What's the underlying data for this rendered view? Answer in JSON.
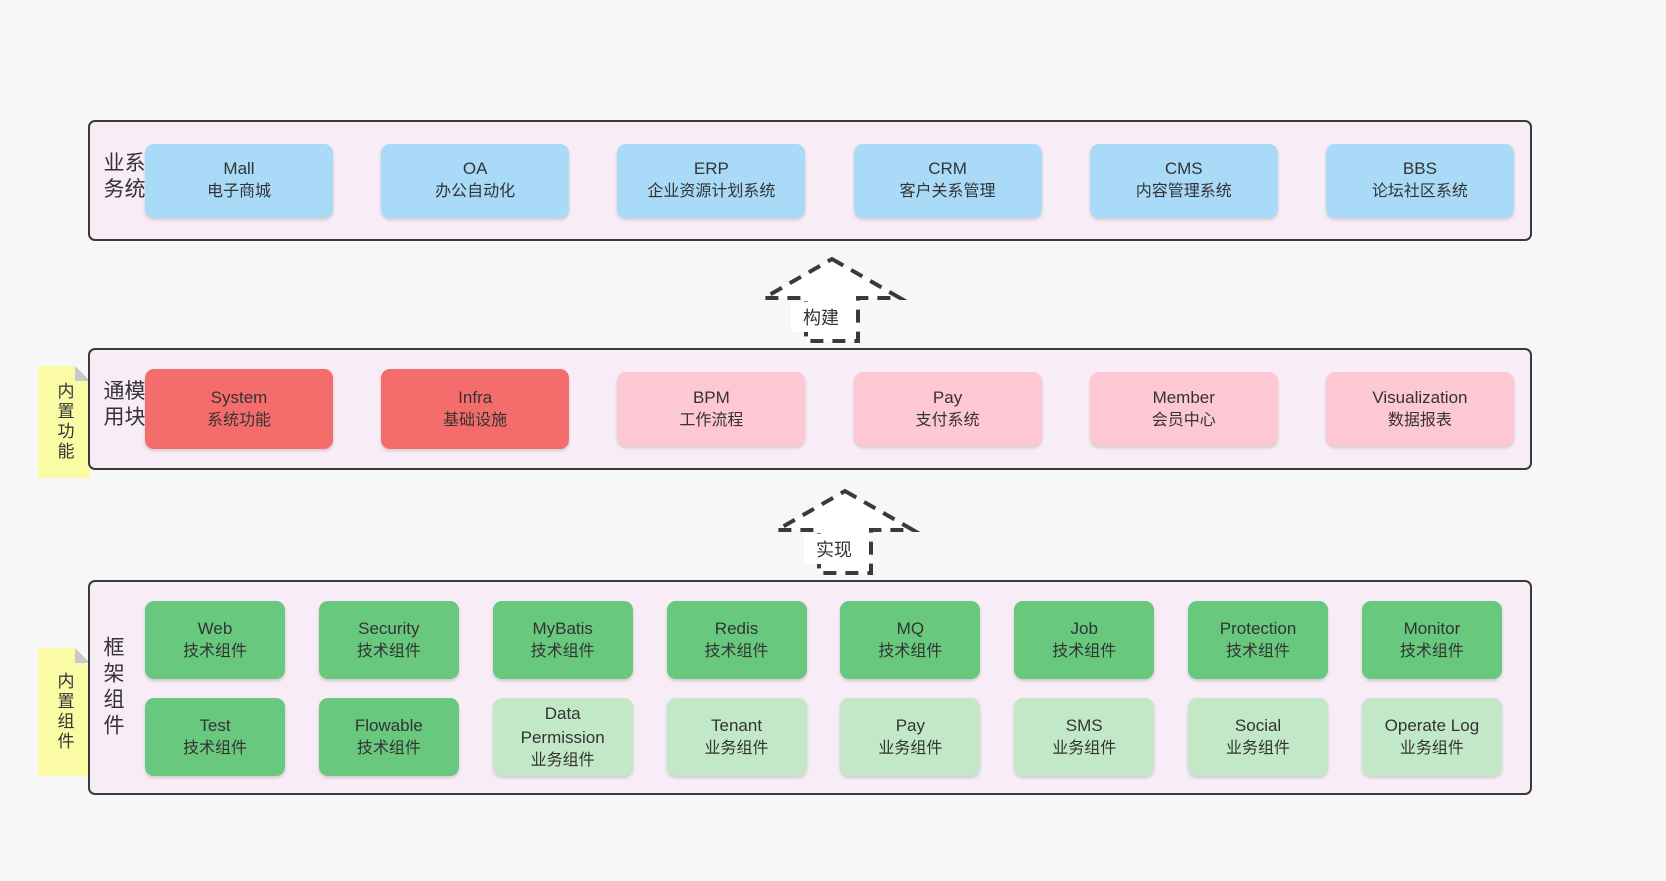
{
  "diagram": {
    "colors": {
      "page_bg": "#f7f7f7",
      "panel_bg": "#f8edf6",
      "panel_border": "#3a3a3a",
      "system_blue": "#a9dbf8",
      "module_red": "#f56c6c",
      "module_pink": "#fdc8d3",
      "tech_green": "#68c97e",
      "biz_green": "#c2e8c8",
      "note_yellow": "#fbfba5"
    },
    "arrows": [
      {
        "label": "构建"
      },
      {
        "label": "实现"
      }
    ],
    "notes": [
      {
        "text": "内置功能"
      },
      {
        "text": "内置组件"
      }
    ],
    "layers": {
      "business": {
        "title": "业务系统",
        "boxes": [
          {
            "name": "Mall",
            "desc": "电子商城"
          },
          {
            "name": "OA",
            "desc": "办公自动化"
          },
          {
            "name": "ERP",
            "desc": "企业资源计划系统"
          },
          {
            "name": "CRM",
            "desc": "客户关系管理"
          },
          {
            "name": "CMS",
            "desc": "内容管理系统"
          },
          {
            "name": "BBS",
            "desc": "论坛社区系统"
          }
        ]
      },
      "modules": {
        "title": "通用模块",
        "boxes": [
          {
            "name": "System",
            "desc": "系统功能",
            "kind": "red"
          },
          {
            "name": "Infra",
            "desc": "基础设施",
            "kind": "red"
          },
          {
            "name": "BPM",
            "desc": "工作流程",
            "kind": "pink"
          },
          {
            "name": "Pay",
            "desc": "支付系统",
            "kind": "pink"
          },
          {
            "name": "Member",
            "desc": "会员中心",
            "kind": "pink"
          },
          {
            "name": "Visualization",
            "desc": "数据报表",
            "kind": "pink"
          }
        ]
      },
      "framework": {
        "title": "框架组件",
        "row1": [
          {
            "name": "Web",
            "desc": "技术组件",
            "kind": "tech"
          },
          {
            "name": "Security",
            "desc": "技术组件",
            "kind": "tech"
          },
          {
            "name": "MyBatis",
            "desc": "技术组件",
            "kind": "tech"
          },
          {
            "name": "Redis",
            "desc": "技术组件",
            "kind": "tech"
          },
          {
            "name": "MQ",
            "desc": "技术组件",
            "kind": "tech"
          },
          {
            "name": "Job",
            "desc": "技术组件",
            "kind": "tech"
          },
          {
            "name": "Protection",
            "desc": "技术组件",
            "kind": "tech"
          },
          {
            "name": "Monitor",
            "desc": "技术组件",
            "kind": "tech"
          }
        ],
        "row2": [
          {
            "name": "Test",
            "desc": "技术组件",
            "kind": "tech"
          },
          {
            "name": "Flowable",
            "desc": "技术组件",
            "kind": "tech"
          },
          {
            "name": "Data Permission",
            "desc": "业务组件",
            "kind": "biz"
          },
          {
            "name": "Tenant",
            "desc": "业务组件",
            "kind": "biz"
          },
          {
            "name": "Pay",
            "desc": "业务组件",
            "kind": "biz"
          },
          {
            "name": "SMS",
            "desc": "业务组件",
            "kind": "biz"
          },
          {
            "name": "Social",
            "desc": "业务组件",
            "kind": "biz"
          },
          {
            "name": "Operate Log",
            "desc": "业务组件",
            "kind": "biz"
          }
        ]
      }
    }
  }
}
